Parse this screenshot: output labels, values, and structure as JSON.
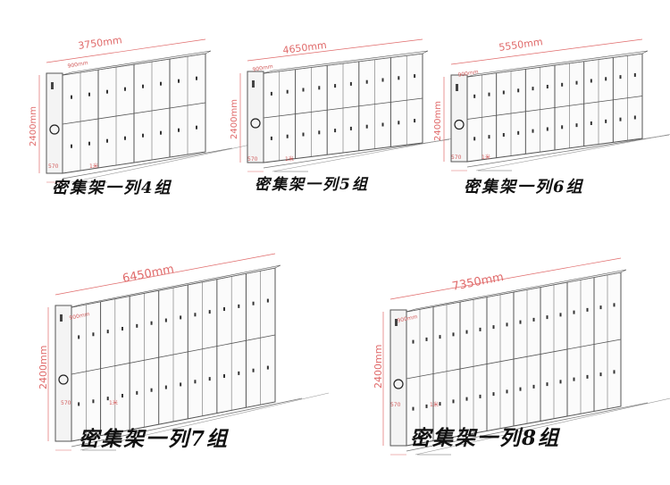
{
  "panels": [
    {
      "id": "p1",
      "length": "3750mm",
      "height": "2400mm",
      "unit_width": "900mm",
      "depth": "570",
      "rail": "1米",
      "caption": "密集架一列4组",
      "groups": 4
    },
    {
      "id": "p2",
      "length": "4650mm",
      "height": "2400mm",
      "unit_width": "900mm",
      "depth": "570",
      "rail": "1米",
      "caption": "密集架一列5组",
      "groups": 5
    },
    {
      "id": "p3",
      "length": "5550mm",
      "height": "2400mm",
      "unit_width": "900mm",
      "depth": "570",
      "rail": "1米",
      "caption": "密集架一列6组",
      "groups": 6
    },
    {
      "id": "p4",
      "length": "6450mm",
      "height": "2400mm",
      "unit_width": "900mm",
      "depth": "570",
      "rail": "1米",
      "caption": "密集架一列7组",
      "groups": 7
    },
    {
      "id": "p5",
      "length": "7350mm",
      "height": "2400mm",
      "unit_width": "900mm",
      "depth": "570",
      "rail": "1米",
      "caption": "密集架一列8组",
      "groups": 8
    }
  ],
  "colors": {
    "dimension": "#e06a6a",
    "line": "#555555",
    "caption": "#111111"
  }
}
